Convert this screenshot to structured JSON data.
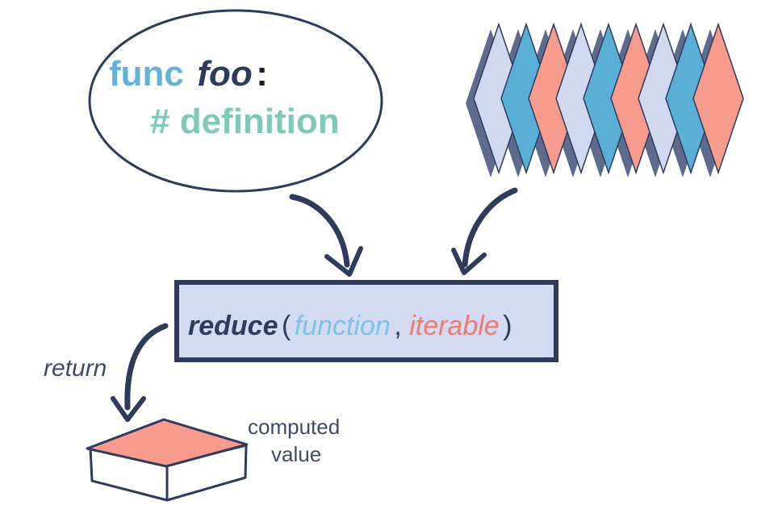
{
  "function_bubble": {
    "keyword": "func",
    "name": "foo",
    "colon": ":",
    "body": "# definition"
  },
  "reduce_box": {
    "name": "reduce",
    "open_paren": "(",
    "arg_function": "function",
    "comma": ", ",
    "arg_iterable": "iterable",
    "close_paren": ")"
  },
  "return_label": "return",
  "result_label": {
    "line1": "computed",
    "line2": "value"
  },
  "colors": {
    "navy": "#2f3b5c",
    "light_lavender": "#d0d9f0",
    "blue": "#5aafd6",
    "salmon": "#f79b8e",
    "teal": "#7ccab7"
  },
  "iterable_sequence": [
    "lavender",
    "blue",
    "salmon",
    "lavender",
    "blue",
    "salmon",
    "lavender",
    "blue",
    "salmon"
  ]
}
